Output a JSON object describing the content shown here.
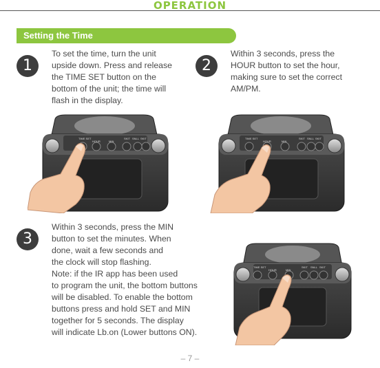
{
  "header": {
    "title": "OPERATION"
  },
  "section": {
    "title": "Setting the Time"
  },
  "steps": [
    {
      "number": "1",
      "text": "To set the time, turn the unit\nupside down. Press and release\nthe TIME SET button on the\nbottom of the unit; the time will\nflash in the display."
    },
    {
      "number": "2",
      "text": "Within 3 seconds, press the\nHOUR button to set the hour,\nmaking sure to set the correct\nAM/PM."
    },
    {
      "number": "3",
      "text": "Within 3 seconds, press the MIN\nbutton to set the minutes. When\ndone, wait a few seconds and\nthe clock will stop flashing.\nNote: if the IR app has been used\nto program the unit, the bottom buttons\nwill be disabled. To enable the bottom\nbuttons press and hold SET and MIN\ntogether for 5 seconds. The display\nwill indicate Lb.on (Lower buttons ON)."
    }
  ],
  "device_labels": {
    "time_set": "TIME SET",
    "hour": "HOUR",
    "min": "MIN",
    "b1": "SKIT",
    "b2": "SNLL",
    "b3": "SKIT"
  },
  "page_number": "– 7 –",
  "colors": {
    "accent": "#8dc63f",
    "dark": "#3d3d3d"
  }
}
